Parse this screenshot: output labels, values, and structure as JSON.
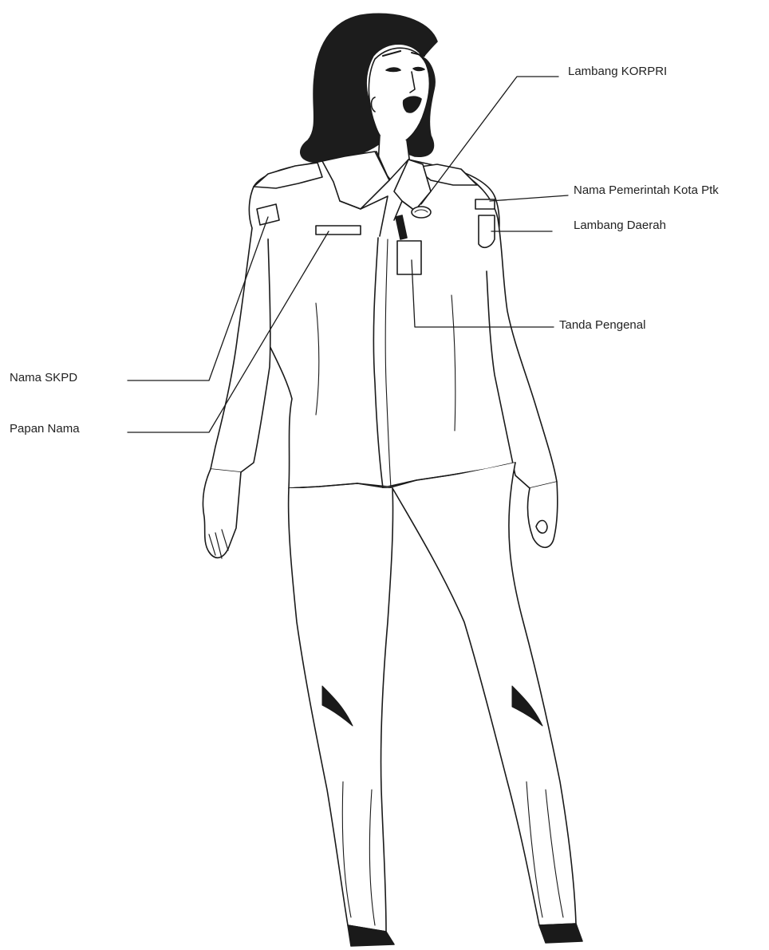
{
  "labels": {
    "lambang_korpri": "Lambang KORPRI",
    "nama_pemerintah_kota": "Nama Pemerintah Kota Ptk",
    "lambang_daerah": "Lambang Daerah",
    "tanda_pengenal": "Tanda Pengenal",
    "nama_skpd": "Nama SKPD",
    "papan_nama": "Papan Nama"
  },
  "colors": {
    "line": "#1a1a1a",
    "hair": "#1c1c1c",
    "background": "#ffffff"
  }
}
